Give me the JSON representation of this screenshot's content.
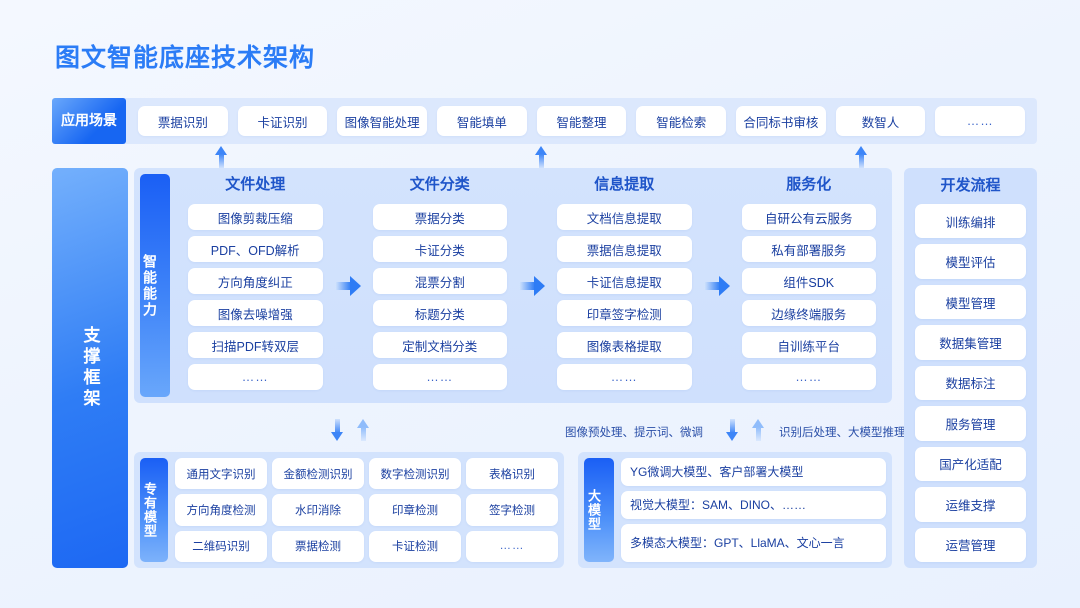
{
  "title": "图文智能底座技术架构",
  "colors": {
    "accent": "#2b7cf6",
    "badge_blue": "#1766f2",
    "panel_bg": "#d3e3fd",
    "card_text": "#1a3fa0"
  },
  "application": {
    "badge": "应用场景",
    "items": [
      "票据识别",
      "卡证识别",
      "图像智能处理",
      "智能填单",
      "智能整理",
      "智能检索",
      "合同标书审核",
      "数智人",
      "……"
    ]
  },
  "support": {
    "badge": "支撑框架"
  },
  "capability": {
    "badge": "智能能力",
    "columns": [
      {
        "title": "文件处理",
        "items": [
          "图像剪裁压缩",
          "PDF、OFD解析",
          "方向角度纠正",
          "图像去噪增强",
          "扫描PDF转双层",
          "……"
        ]
      },
      {
        "title": "文件分类",
        "items": [
          "票据分类",
          "卡证分类",
          "混票分割",
          "标题分类",
          "定制文档分类",
          "……"
        ]
      },
      {
        "title": "信息提取",
        "items": [
          "文档信息提取",
          "票据信息提取",
          "卡证信息提取",
          "印章签字检测",
          "图像表格提取",
          "……"
        ]
      },
      {
        "title": "服务化",
        "items": [
          "自研公有云服务",
          "私有部署服务",
          "组件SDK",
          "边缘终端服务",
          "自训练平台",
          "……"
        ]
      }
    ]
  },
  "notes": {
    "left": "图像预处理、提示词、微调",
    "right": "识别后处理、大模型推理"
  },
  "proprietary": {
    "badge": "专有模型",
    "items": [
      "通用文字识别",
      "金额检测识别",
      "数字检测识别",
      "表格识别",
      "方向角度检测",
      "水印消除",
      "印章检测",
      "签字检测",
      "二维码识别",
      "票据检测",
      "卡证检测",
      "……"
    ]
  },
  "large_model": {
    "badge": "大模型",
    "items": [
      "YG微调大模型、客户部署大模型",
      "视觉大模型：SAM、DINO、……",
      "多模态大模型：GPT、LlaMA、文心一言"
    ]
  },
  "dev_process": {
    "title": "开发流程",
    "items": [
      "训练编排",
      "模型评估",
      "模型管理",
      "数据集管理",
      "数据标注",
      "服务管理",
      "国产化适配",
      "运维支撑",
      "运营管理"
    ]
  }
}
